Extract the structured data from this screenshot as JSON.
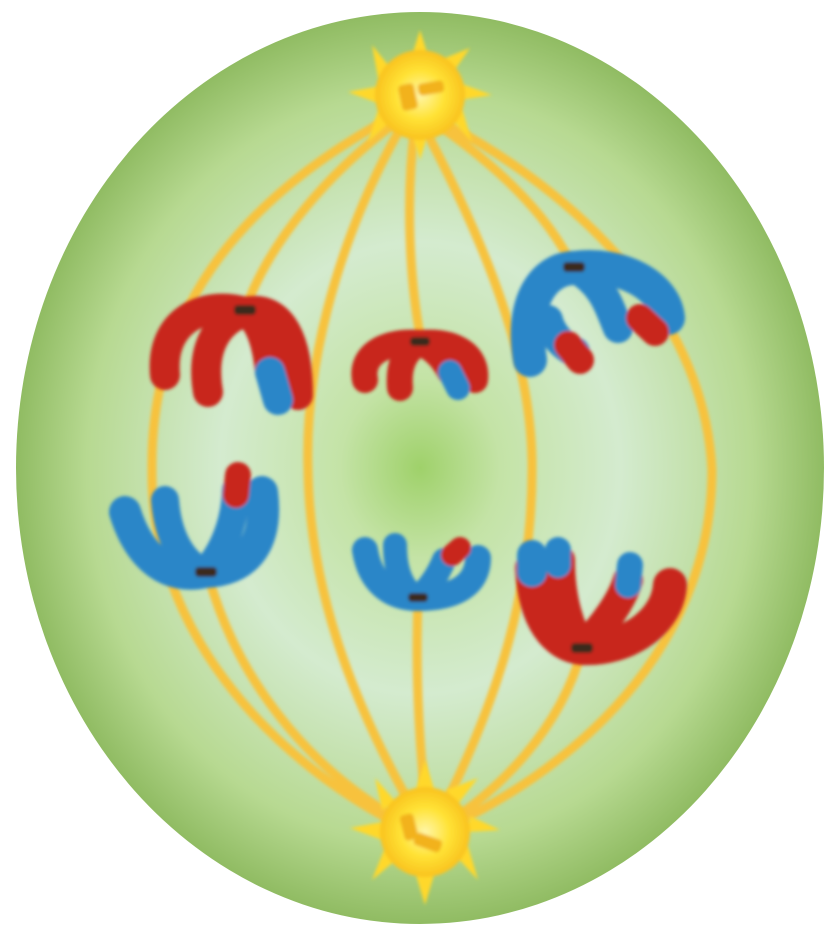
{
  "diagram": {
    "colors": {
      "cell_inner": "#d6ecd2",
      "cell_mid": "#a9d58a",
      "cell_outer": "#7fb04e",
      "center_glow": "#a8d86a",
      "spindle_fiber": "#f7c23e",
      "centrosome": "#ffe03a",
      "centrosome_core": "#f2b21e",
      "maternal_red": "#c8251b",
      "paternal_blue": "#2a86c8",
      "centromere": "#3b2a1a"
    },
    "poles": [
      "top-centrosome",
      "bottom-centrosome"
    ],
    "chromosome_pairs": [
      {
        "row": "upper",
        "column": "left",
        "main_color": "red",
        "tip_color": "blue"
      },
      {
        "row": "upper",
        "column": "center",
        "main_color": "red",
        "tip_color": "blue"
      },
      {
        "row": "upper",
        "column": "right",
        "main_color": "blue",
        "tip_color": "red"
      },
      {
        "row": "lower",
        "column": "left",
        "main_color": "blue",
        "tip_color": "red"
      },
      {
        "row": "lower",
        "column": "center",
        "main_color": "blue",
        "tip_color": "red"
      },
      {
        "row": "lower",
        "column": "right",
        "main_color": "red",
        "tip_color": "blue"
      }
    ]
  }
}
